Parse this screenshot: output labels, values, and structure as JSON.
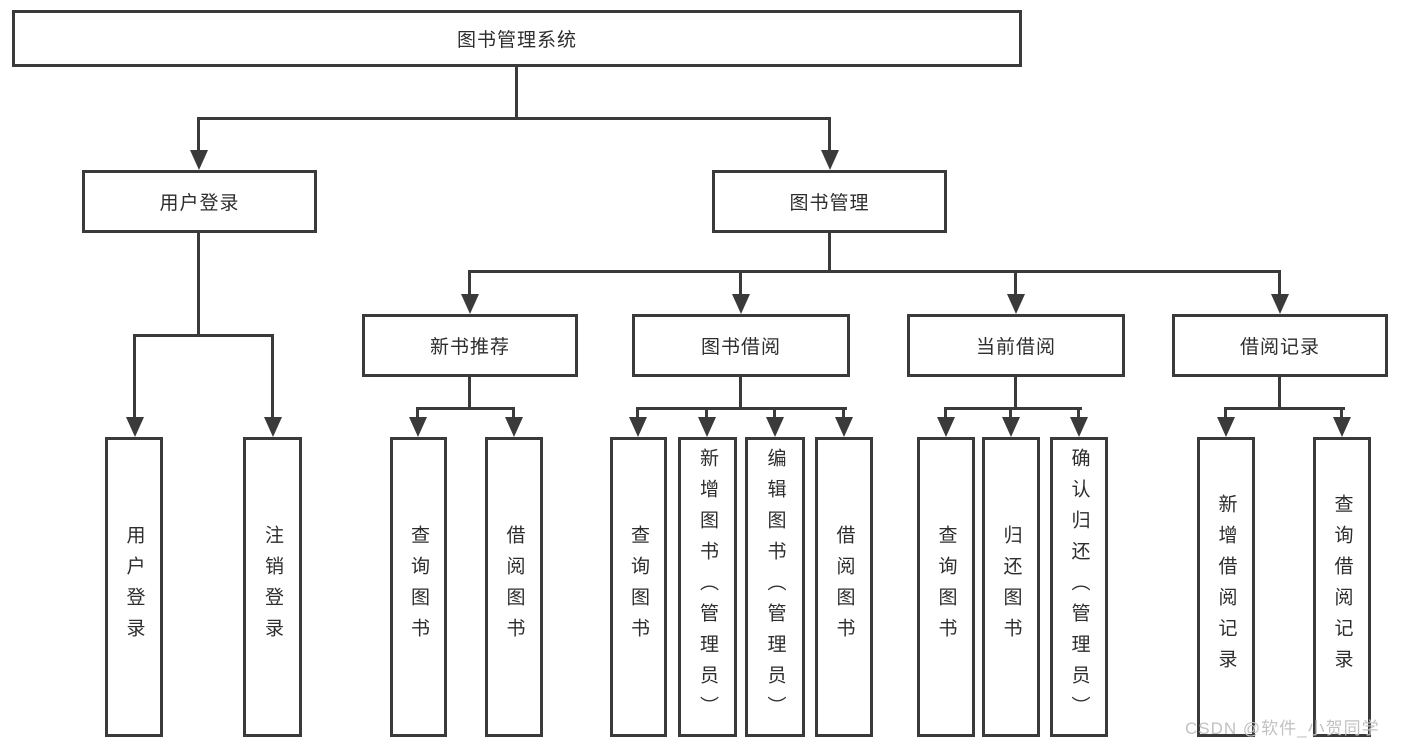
{
  "diagram_type": "hierarchy-tree",
  "tree": {
    "label": "图书管理系统",
    "children": [
      {
        "label": "用户登录",
        "children": [
          {
            "label": "用户登录"
          },
          {
            "label": "注销登录"
          }
        ]
      },
      {
        "label": "图书管理",
        "children": [
          {
            "label": "新书推荐",
            "children": [
              {
                "label": "查询图书"
              },
              {
                "label": "借阅图书"
              }
            ]
          },
          {
            "label": "图书借阅",
            "children": [
              {
                "label": "查询图书"
              },
              {
                "label": "新增图书（管理员）"
              },
              {
                "label": "编辑图书（管理员）"
              },
              {
                "label": "借阅图书"
              }
            ]
          },
          {
            "label": "当前借阅",
            "children": [
              {
                "label": "查询图书"
              },
              {
                "label": "归还图书"
              },
              {
                "label": "确认归还（管理员）"
              }
            ]
          },
          {
            "label": "借阅记录",
            "children": [
              {
                "label": "新增借阅记录"
              },
              {
                "label": "查询借阅记录"
              }
            ]
          }
        ]
      }
    ]
  },
  "watermark": {
    "text": "CSDN @软件_小贺同学"
  },
  "colors": {
    "line": "#3a3a3a",
    "box_border": "#3a3a3a",
    "text": "#2d2d2d",
    "background": "#ffffff",
    "watermark": "#c2c2c2"
  }
}
